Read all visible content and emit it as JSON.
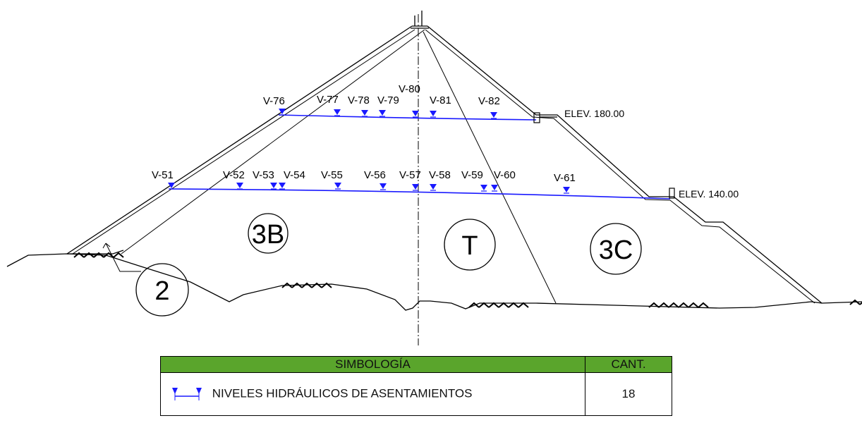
{
  "elevations": {
    "upper": "ELEV. 180.00",
    "lower": "ELEV. 140.00"
  },
  "zones": {
    "left_shell": "3B",
    "core": "T",
    "right_shell": "3C",
    "toe": "2"
  },
  "piezometers_upper": [
    "V-76",
    "V-77",
    "V-78",
    "V-79",
    "V-80",
    "V-81",
    "V-82"
  ],
  "piezometers_lower": [
    "V-51",
    "V-52",
    "V-53",
    "V-54",
    "V-55",
    "V-56",
    "V-57",
    "V-58",
    "V-59",
    "V-60",
    "V-61"
  ],
  "legend": {
    "header_symbol": "SIMBOLOGÍA",
    "header_qty": "CANT.",
    "item_label": "NIVELES HIDRÁULICOS DE ASENTAMIENTOS",
    "item_qty": "18"
  },
  "colors": {
    "line_blue": "#1a1aff",
    "legend_header": "#5aa52c"
  }
}
